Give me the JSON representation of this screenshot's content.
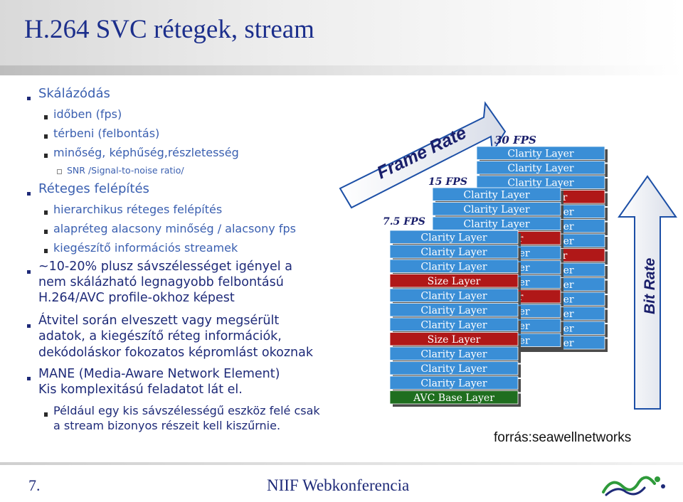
{
  "title": "H.264 SVC rétegek, stream",
  "bullets": {
    "b1": "Skálázódás",
    "b1_1": "időben (fps)",
    "b1_2": "térbeni (felbontás)",
    "b1_3": "minőség, képhűség,részletesség",
    "b1_3_1": "SNR /Signal-to-noise ratio/",
    "b2": "Réteges felépítés",
    "b2_1": "hierarchikus réteges felépítés",
    "b2_2": "alapréteg alacsony minőség / alacsony fps",
    "b2_3": "kiegészítő információs streamek",
    "b3_l1": "~10-20% plusz sávszélességet igényel a",
    "b3_l2": "nem skálázható legnagyobb felbontású",
    "b3_l3": "H.264/AVC profile-okhoz képest",
    "b4_l1": "Átvitel során elveszett vagy megsérült",
    "b4_l2": "adatok, a kiegészítő réteg információk,",
    "b4_l3": "dekódoláskor fokozatos képromlást okoznak",
    "b5_l1": "MANE (Media-Aware Network Element)",
    "b5_l2": "Kis komplexitású feladatot lát el.",
    "b5_1_l1": "Például egy kis sávszélességű eszköz felé csak",
    "b5_1_l2": "a stream bizonyos részeit kell kiszűrnie."
  },
  "diagram": {
    "frame_rate_label": "Frame Rate",
    "bit_rate_label": "Bit Rate",
    "fps_30": "30 FPS",
    "fps_15": "15 FPS",
    "fps_7_5": "7.5 FPS",
    "clarity_layer": "Clarity Layer",
    "size_layer": "Size Layer",
    "base_layer": "AVC Base Layer",
    "colors": {
      "clarity": "#3a8ed6",
      "size": "#b01818",
      "base": "#1f6e1f"
    }
  },
  "source": "forrás:seawellnetworks",
  "footer": {
    "page": "7.",
    "text": "NIIF Webkonferencia"
  }
}
